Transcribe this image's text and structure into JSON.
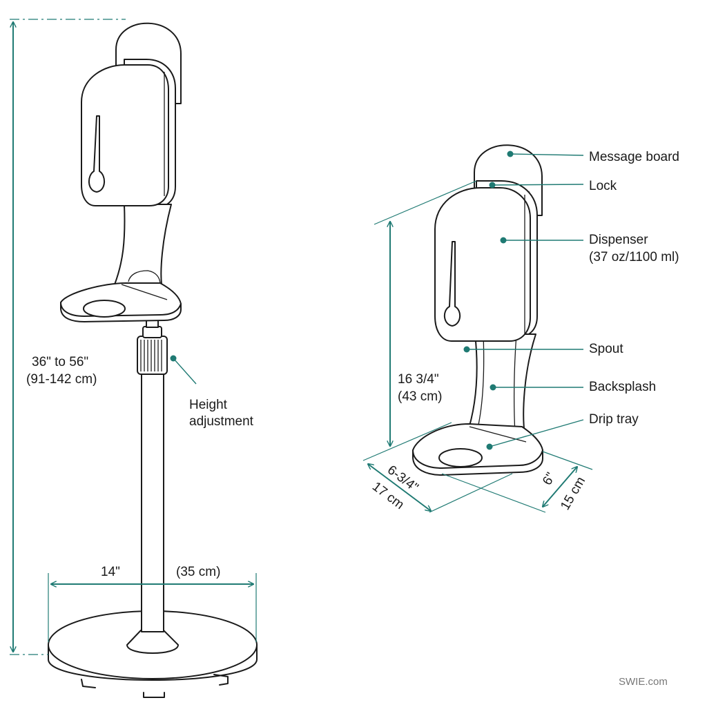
{
  "colors": {
    "accent": "#1f7a73",
    "line": "#1a1a1a"
  },
  "left_view": {
    "height_dimension": {
      "line1": "36\" to 56\"",
      "line2": "(91-142 cm)"
    },
    "height_adjustment": {
      "line1": "Height",
      "line2": "adjustment"
    },
    "base_width": {
      "imperial": "14\"",
      "metric": "(35 cm)"
    }
  },
  "right_view": {
    "labels": {
      "message_board": "Message board",
      "lock": "Lock",
      "dispenser_line1": "Dispenser",
      "dispenser_line2": "(37 oz/1100 ml)",
      "spout": "Spout",
      "backsplash": "Backsplash",
      "drip_tray": "Drip tray"
    },
    "height_dimension": {
      "line1": "16 3/4\"",
      "line2": "(43 cm)"
    },
    "width_dimension": {
      "imperial": "6-3/4\"",
      "metric": "17 cm"
    },
    "depth_dimension": {
      "imperial": "6\"",
      "metric": "15 cm"
    }
  },
  "watermark": "SWIE.com"
}
